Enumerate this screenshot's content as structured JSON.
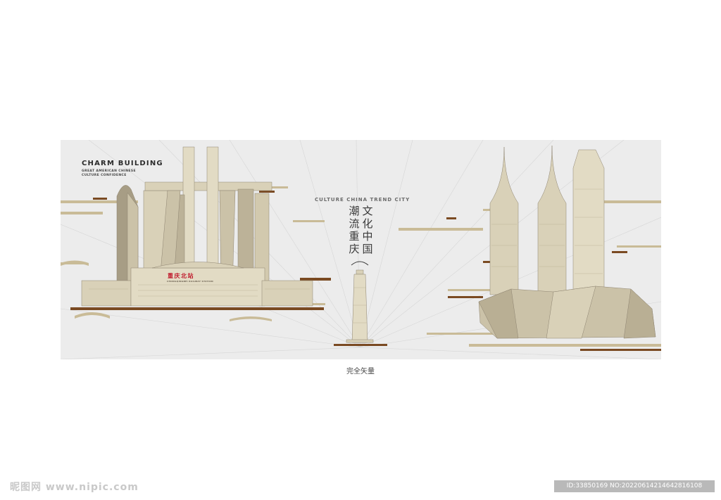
{
  "panel": {
    "title": "CHARM BUILDING",
    "subtitle_lines": [
      "GREAT AMERICAN CHINESE",
      "CULTURE CONFIDENCE"
    ],
    "center_label": "CULTURE CHINA TREND CITY",
    "vertical_text_right": [
      "文",
      "化",
      "中",
      "国"
    ],
    "vertical_text_left": [
      "潮",
      "流",
      "重",
      "庆"
    ],
    "station_sign": "重庆北站",
    "station_sub": "CHONGQINGBEI RAILWAY STATION"
  },
  "caption": "完全矢量",
  "watermark": {
    "left": "昵图网 www.nipic.com",
    "right": "ID:33850169 NO:20220614214642816108"
  },
  "colors": {
    "panel_bg": "#ececec",
    "building_light": "#d9d1b8",
    "building_dark": "#a79d85",
    "accent_brown": "#7a4a22",
    "accent_tan": "#c9bb97",
    "sign_red": "#c0182a"
  }
}
